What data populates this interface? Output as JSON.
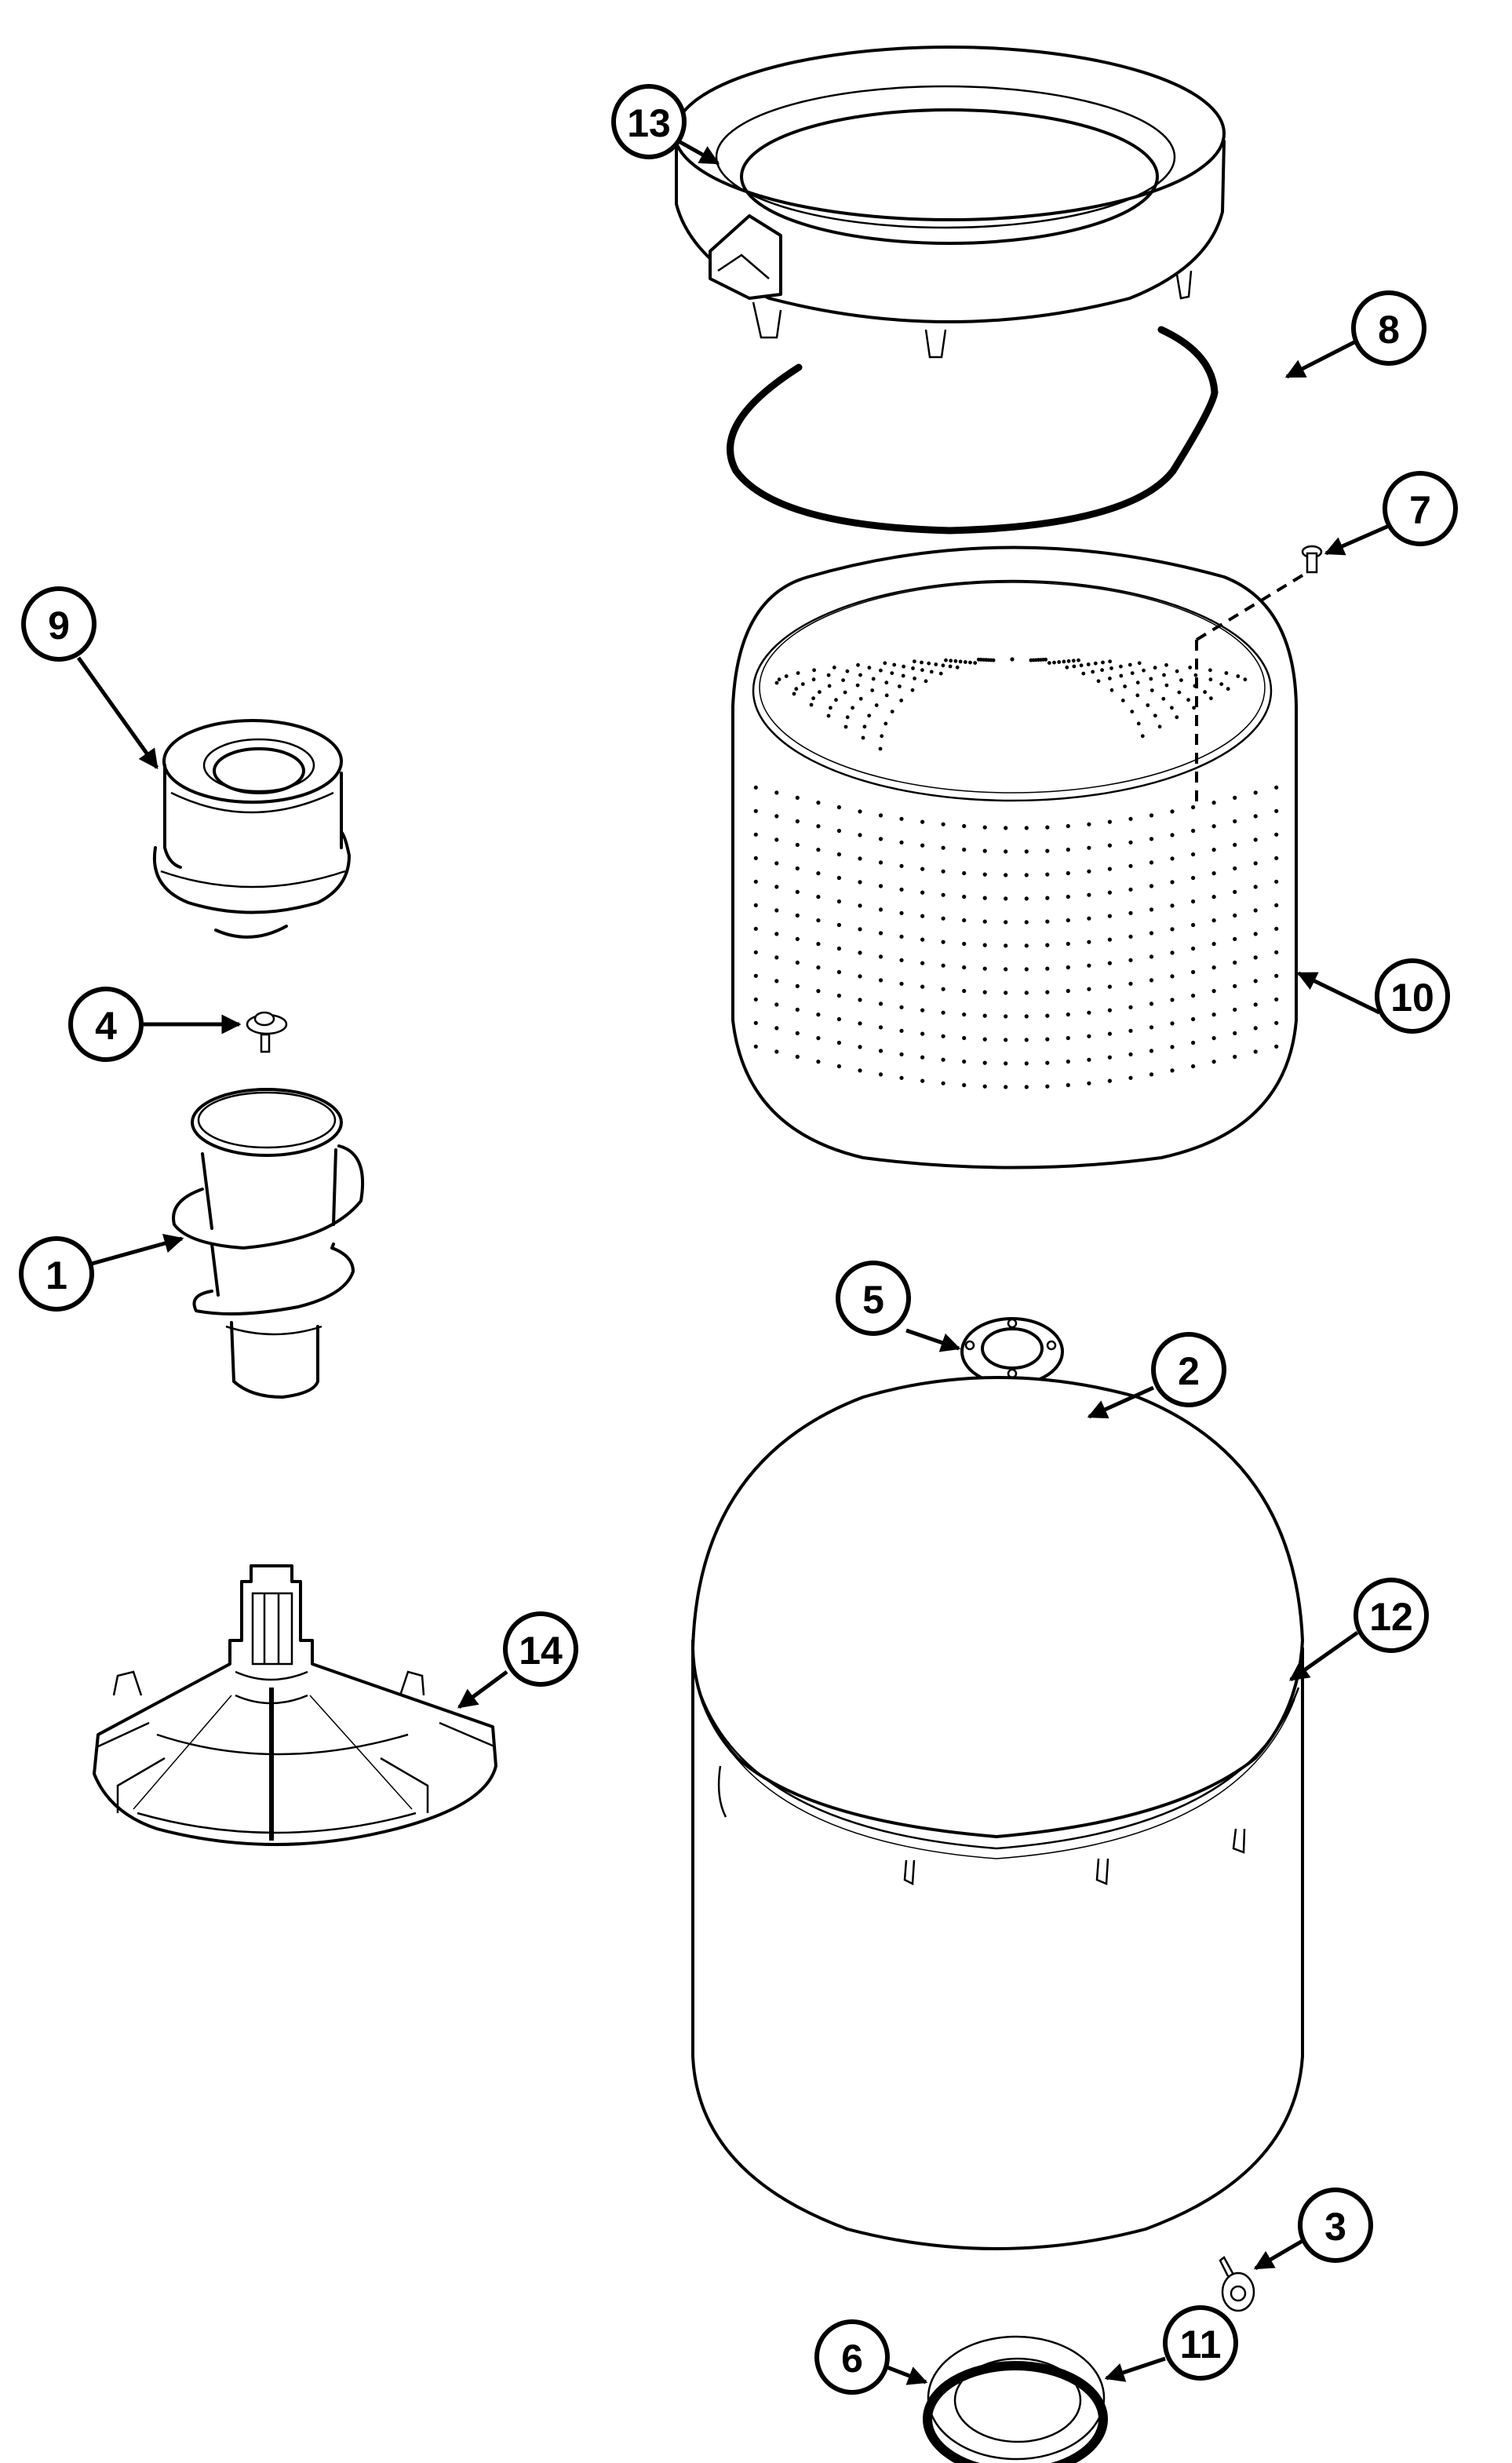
{
  "diagram": {
    "type": "exploded-parts-view",
    "subject": "washer tub and basket assembly",
    "line_color": "#000000",
    "background": "#ffffff"
  },
  "callouts": [
    {
      "id": "1",
      "label": "1",
      "part": "agitator-auger"
    },
    {
      "id": "2",
      "label": "2",
      "part": "screw"
    },
    {
      "id": "3",
      "label": "3",
      "part": "hex-screw"
    },
    {
      "id": "4",
      "label": "4",
      "part": "screw"
    },
    {
      "id": "5",
      "label": "5",
      "part": "hub-washer"
    },
    {
      "id": "6",
      "label": "6",
      "part": "seal-washer"
    },
    {
      "id": "7",
      "label": "7",
      "part": "screw"
    },
    {
      "id": "8",
      "label": "8",
      "part": "ring-gasket"
    },
    {
      "id": "9",
      "label": "9",
      "part": "agitator-cap"
    },
    {
      "id": "10",
      "label": "10",
      "part": "spin-basket"
    },
    {
      "id": "11",
      "label": "11",
      "part": "o-ring"
    },
    {
      "id": "12",
      "label": "12",
      "part": "outer-tub"
    },
    {
      "id": "13",
      "label": "13",
      "part": "tub-ring"
    },
    {
      "id": "14",
      "label": "14",
      "part": "agitator-base"
    }
  ]
}
